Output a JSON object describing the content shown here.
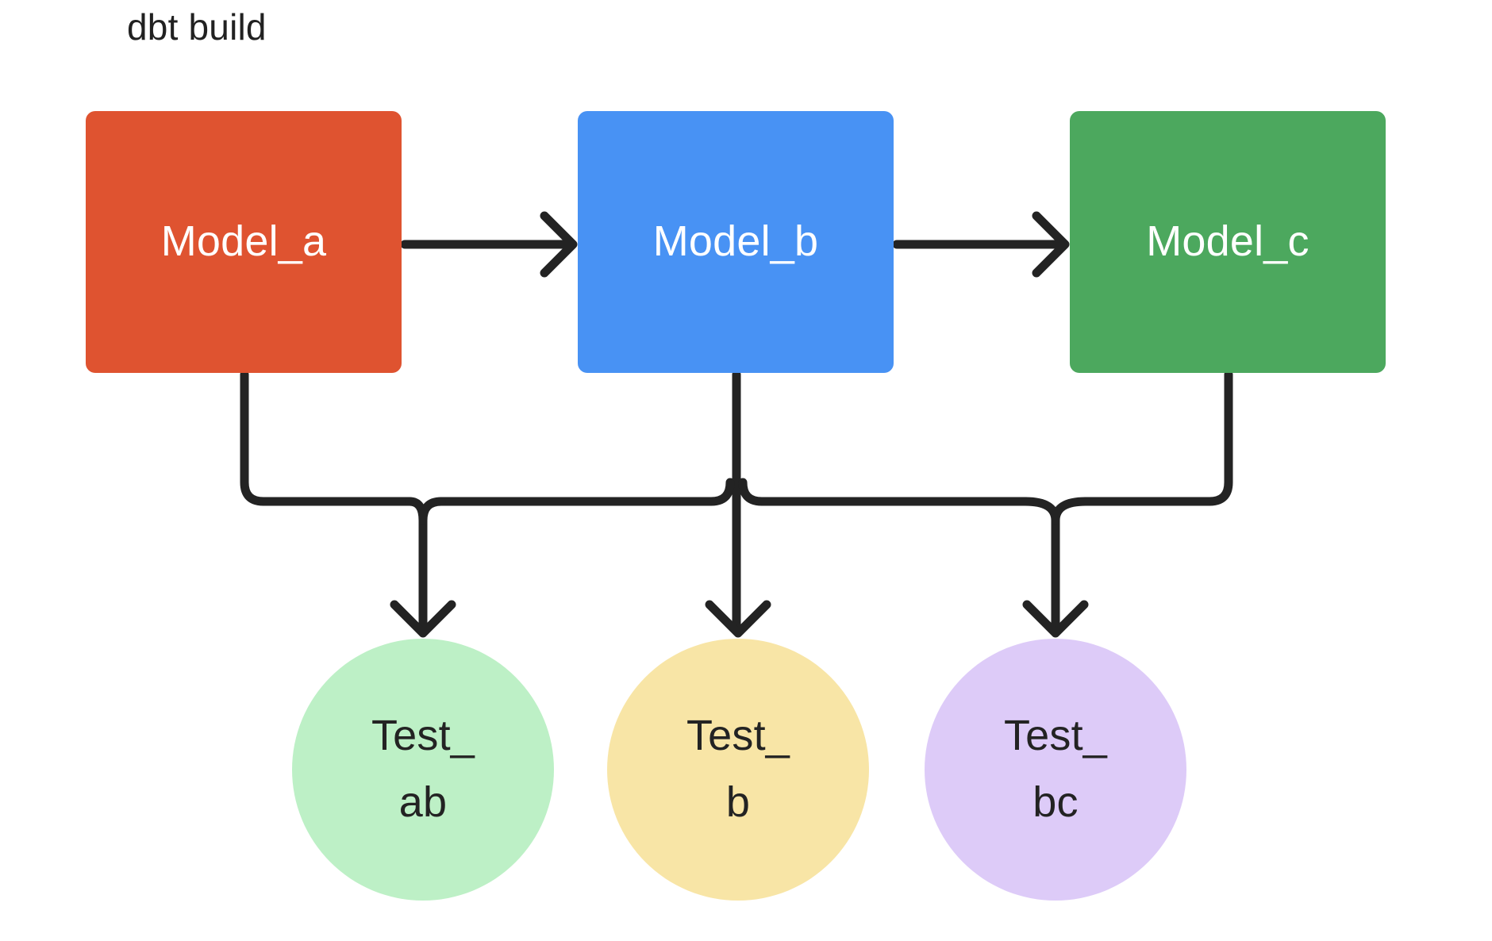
{
  "diagram": {
    "title": "dbt build",
    "type": "flowchart",
    "background_color": "#FFFFFF",
    "edge_color": "#232323",
    "nodes": [
      {
        "id": "model_a",
        "label": "Model_a",
        "shape": "rounded-rectangle",
        "fill": "#DF5330",
        "text_color": "#FFFFFF",
        "group": "models"
      },
      {
        "id": "model_b",
        "label": "Model_b",
        "shape": "rounded-rectangle",
        "fill": "#4892F4",
        "text_color": "#FFFFFF",
        "group": "models"
      },
      {
        "id": "model_c",
        "label": "Model_c",
        "shape": "rounded-rectangle",
        "fill": "#4CA85E",
        "text_color": "#FFFFFF",
        "group": "models"
      },
      {
        "id": "test_ab",
        "label": "Test_ab",
        "shape": "circle",
        "fill": "#BDF0C6",
        "text_color": "#232323",
        "group": "tests"
      },
      {
        "id": "test_b",
        "label": "Test_b",
        "shape": "circle",
        "fill": "#F8E5A6",
        "text_color": "#232323",
        "group": "tests"
      },
      {
        "id": "test_bc",
        "label": "Test_bc",
        "shape": "circle",
        "fill": "#DDCBF8",
        "text_color": "#232323",
        "group": "tests"
      }
    ],
    "edges": [
      {
        "from": "model_a",
        "to": "model_b",
        "style": "straight-arrow",
        "direction": "right"
      },
      {
        "from": "model_b",
        "to": "model_c",
        "style": "straight-arrow",
        "direction": "right"
      },
      {
        "from": "model_a",
        "to": "test_ab",
        "style": "orthogonal-arrow",
        "direction": "down"
      },
      {
        "from": "model_b",
        "to": "test_ab",
        "style": "orthogonal-arrow",
        "direction": "down"
      },
      {
        "from": "model_b",
        "to": "test_b",
        "style": "orthogonal-arrow",
        "direction": "down"
      },
      {
        "from": "model_b",
        "to": "test_bc",
        "style": "orthogonal-arrow",
        "direction": "down"
      },
      {
        "from": "model_c",
        "to": "test_bc",
        "style": "orthogonal-arrow",
        "direction": "down"
      }
    ]
  }
}
